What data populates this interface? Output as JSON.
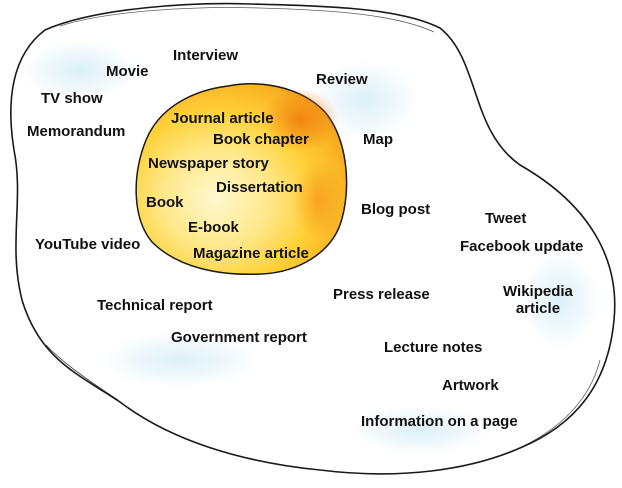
{
  "colors": {
    "outline": "#1a1a1a",
    "white_fill": "#ffffff",
    "white_tint": "#e6f2f8",
    "yolk_light": "#fff5c2",
    "yolk_mid": "#ffd23a",
    "yolk_dark": "#f7a21a",
    "yolk_orange": "#f28a10",
    "text": "#111111"
  },
  "diagram": {
    "yolk_labels": {
      "journal_article": "Journal article",
      "book_chapter": "Book chapter",
      "newspaper_story": "Newspaper story",
      "dissertation": "Dissertation",
      "book": "Book",
      "ebook": "E-book",
      "magazine_article": "Magazine article"
    },
    "white_labels": {
      "interview": "Interview",
      "movie": "Movie",
      "review": "Review",
      "tv_show": "TV show",
      "memorandum": "Memorandum",
      "map": "Map",
      "blog_post": "Blog post",
      "tweet": "Tweet",
      "facebook_update": "Facebook update",
      "youtube_video": "YouTube video",
      "press_release": "Press release",
      "wikipedia_article": "Wikipedia\narticle",
      "technical_report": "Technical report",
      "government_report": "Government report",
      "lecture_notes": "Lecture notes",
      "artwork": "Artwork",
      "information_on_a_page": "Information on a page"
    }
  }
}
